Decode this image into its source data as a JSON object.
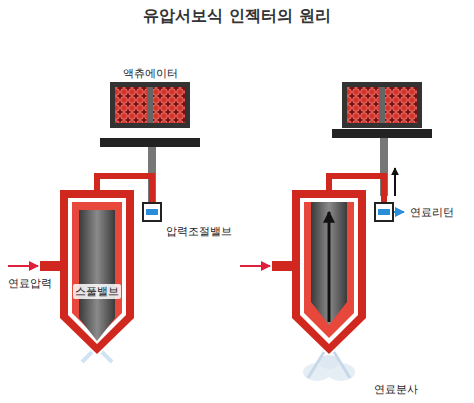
{
  "diagram": {
    "title": "유압서보식 인젝터의 원리",
    "labels": [
      "액츄에이터",
      "압력조절밸브",
      "연료압력",
      "스풀밸브",
      "연료리턴",
      "연료분사"
    ]
  }
}
